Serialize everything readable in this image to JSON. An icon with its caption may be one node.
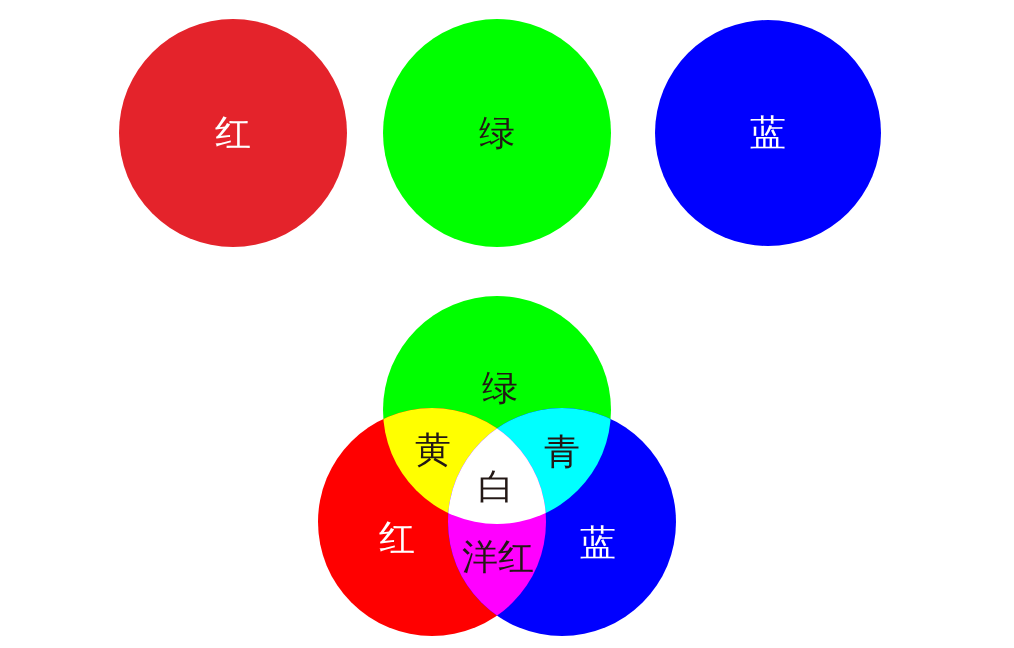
{
  "diagram": {
    "nodes": [
      {
        "text": [
          "红"
        ]
      },
      {
        "text": [
          "绿"
        ]
      },
      {
        "text": [
          "蓝"
        ]
      },
      {
        "text": [
          "绿"
        ]
      },
      {
        "text": [
          "红"
        ]
      },
      {
        "text": [
          "蓝"
        ]
      }
    ],
    "labels": [
      "黄",
      "青",
      "白",
      "洋红"
    ]
  }
}
